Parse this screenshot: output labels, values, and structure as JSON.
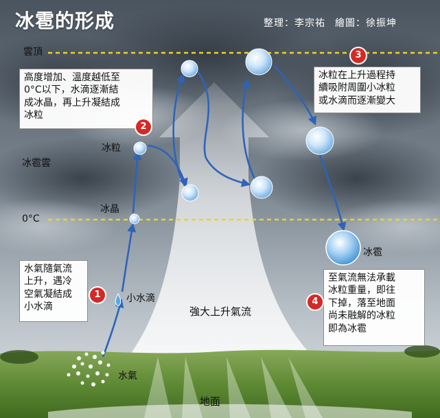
{
  "title": "冰雹的形成",
  "credits": {
    "editor": "整理：李宗祐",
    "illustrator": "繪圖：徐振坤"
  },
  "levels": {
    "cloud_top": "雲頂",
    "zero_celsius": "0°C"
  },
  "zone_label": "冰雹雲",
  "labels": {
    "ice_grain": "冰粒",
    "ice_crystal": "冰晶",
    "small_droplet": "小水滴",
    "water_vapor": "水氣",
    "hailstone": "冰雹",
    "strong_updraft": "強大上升氣流",
    "ground": "地面"
  },
  "steps": [
    {
      "number": "1",
      "lines": [
        "水氣隨氣流",
        "上升，遇冷",
        "空氣凝結成",
        "小水滴"
      ]
    },
    {
      "number": "2",
      "lines": [
        "高度增加、溫度越低至",
        "0°C以下，水滴逐漸結",
        "成冰晶，再上升凝結成",
        "冰粒"
      ]
    },
    {
      "number": "3",
      "lines": [
        "冰粒在上升過程持",
        "續吸附周圍小冰粒",
        "或水滴而逐漸變大"
      ]
    },
    {
      "number": "4",
      "lines": [
        "至氣流無法承載",
        "冰粒重量，即往",
        "下掉，落至地面",
        "尚未融解的冰粒",
        "即為冰雹"
      ]
    }
  ],
  "colors": {
    "arrow_blue": "#2e63b8",
    "level_line_yellow": "#f2d21e",
    "badge_red": "#d42a26",
    "grass_green": "#4f7f2a"
  }
}
